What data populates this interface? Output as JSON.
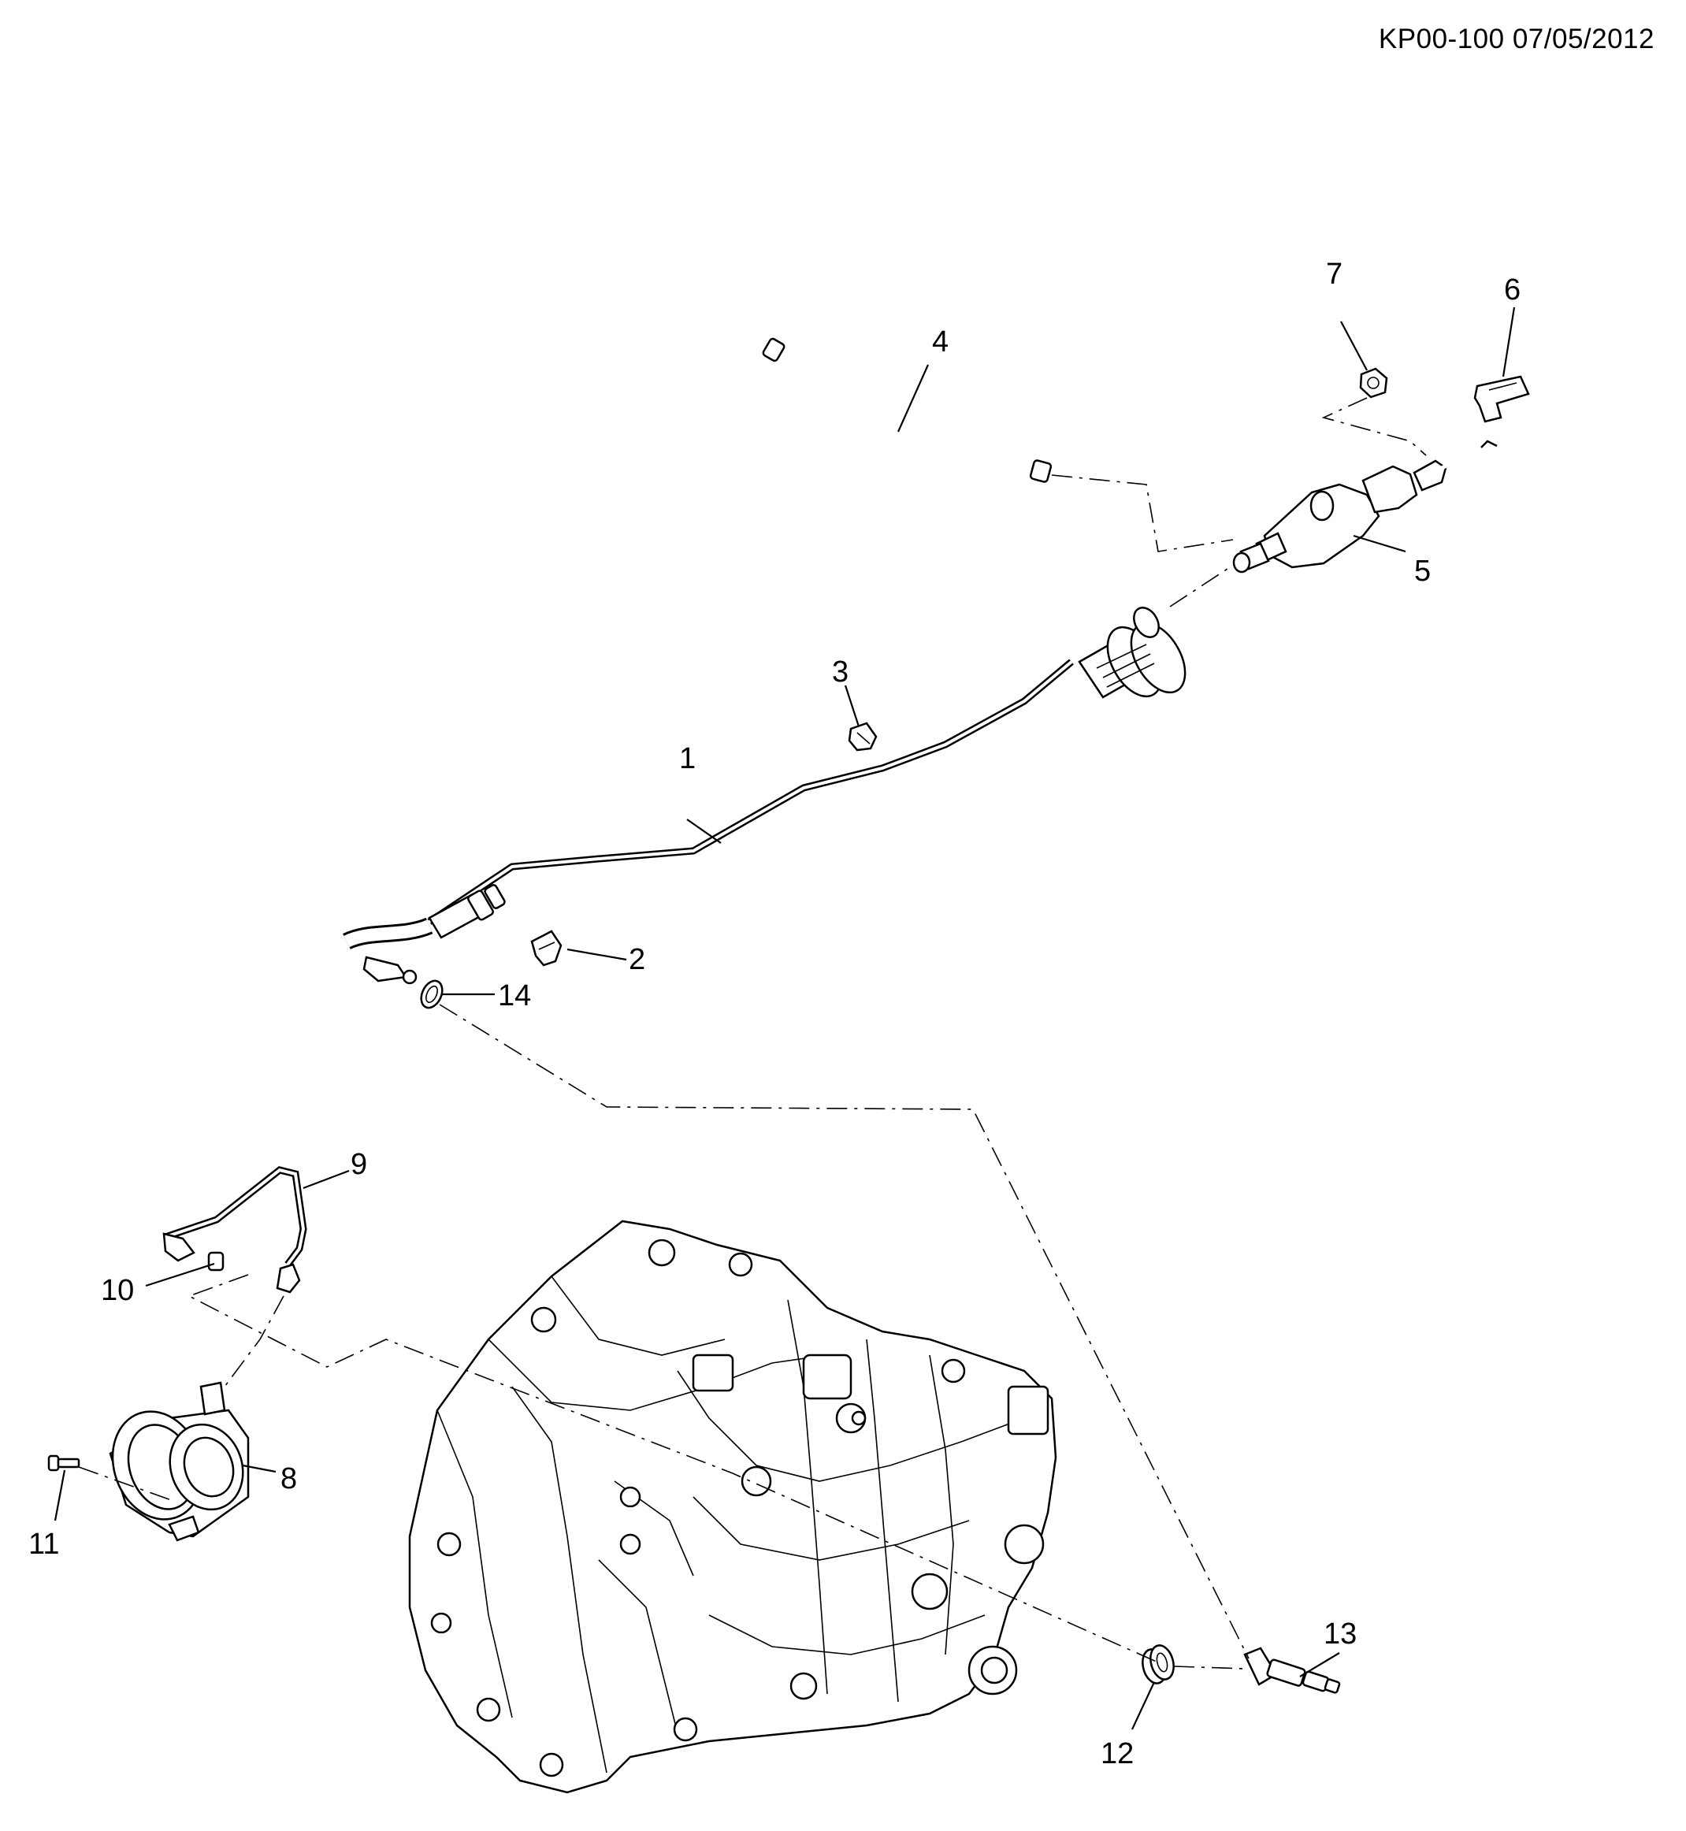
{
  "header": {
    "document_id": "KP00-100 07/05/2012"
  },
  "callouts": [
    "1",
    "2",
    "3",
    "4",
    "5",
    "6",
    "7",
    "8",
    "9",
    "10",
    "11",
    "12",
    "13",
    "14"
  ]
}
